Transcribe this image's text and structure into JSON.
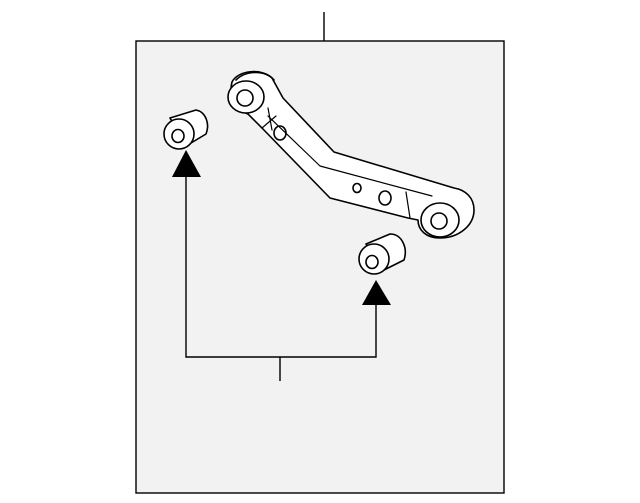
{
  "diagram": {
    "background_color": "#ffffff",
    "panel_color": "#f2f2f2",
    "line_color": "#000000",
    "callout_color": "#000000",
    "parts": [
      {
        "name": "control-arm-assembly"
      },
      {
        "name": "bushing-upper-left"
      },
      {
        "name": "bushing-lower-right"
      }
    ]
  }
}
